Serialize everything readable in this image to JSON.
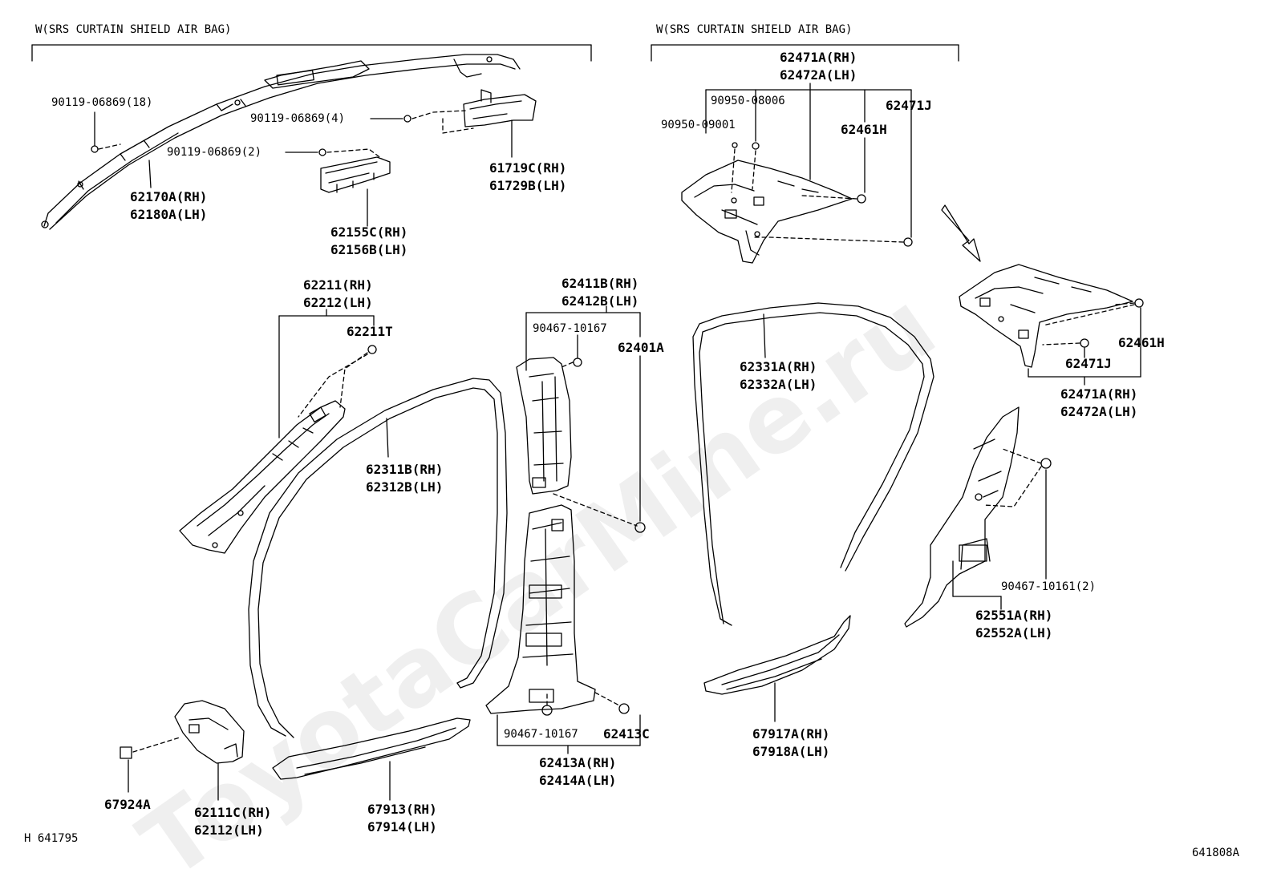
{
  "sections": {
    "left_header": "W(SRS CURTAIN SHIELD AIR BAG)",
    "right_header": "W(SRS CURTAIN SHIELD AIR BAG)"
  },
  "watermark": "ToyotaCarMine.ru",
  "figure_codes": {
    "left": "H 641795",
    "right": "641808A"
  },
  "labels": {
    "p90119_18": "90119-06869(18)",
    "p90119_4": "90119-06869(4)",
    "p90119_2": "90119-06869(2)",
    "p62170A": "62170A(RH)",
    "p62180A": "62180A(LH)",
    "p62155C": "62155C(RH)",
    "p62156B": "62156B(LH)",
    "p61719C": "61719C(RH)",
    "p61729B": "61729B(LH)",
    "p62471A_top": "62471A(RH)",
    "p62472A_top": "62472A(LH)",
    "p90950_08006": "90950-08006",
    "p90950_09001": "90950-09001",
    "p62461H_top": "62461H",
    "p62471J_top": "62471J",
    "p62211": "62211(RH)",
    "p62212": "62212(LH)",
    "p62211T": "62211T",
    "p62411B": "62411B(RH)",
    "p62412B": "62412B(LH)",
    "p90467_10167_top": "90467-10167",
    "p62401A": "62401A",
    "p62331A": "62331A(RH)",
    "p62332A": "62332A(LH)",
    "p62461H_right": "62461H",
    "p62471J_right": "62471J",
    "p62471A_right": "62471A(RH)",
    "p62472A_right": "62472A(LH)",
    "p62311B": "62311B(RH)",
    "p62312B": "62312B(LH)",
    "p90467_10161": "90467-10161(2)",
    "p62551A": "62551A(RH)",
    "p62552A": "62552A(LH)",
    "p90467_10167_bot": "90467-10167",
    "p62413C": "62413C",
    "p62413A": "62413A(RH)",
    "p62414A": "62414A(LH)",
    "p67917A": "67917A(RH)",
    "p67918A": "67918A(LH)",
    "p67924A": "67924A",
    "p62111C": "62111C(RH)",
    "p62112": "62112(LH)",
    "p67913": "67913(RH)",
    "p67914": "67914(LH)"
  }
}
